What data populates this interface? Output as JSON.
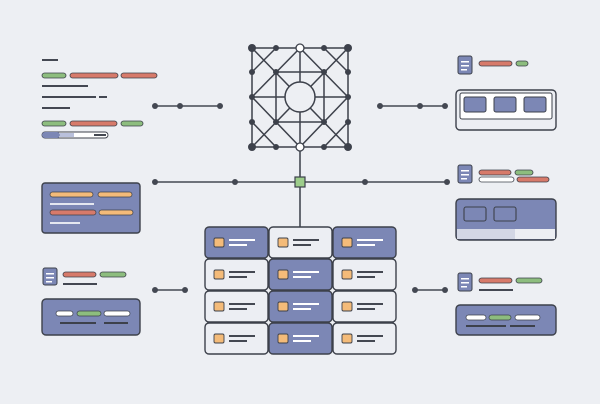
{
  "colors": {
    "background": "#edeff3",
    "stroke": "#3d414b",
    "panel_blue": "#7c87b5",
    "panel_light": "#eceef3",
    "accent_red": "#d77a6a",
    "accent_green": "#8dbd7e",
    "accent_orange": "#f4bb79",
    "line_gray": "#444852",
    "hub_green": "#9ccc8a"
  },
  "diagram": {
    "labels": [],
    "central_hub": "network-mesh",
    "grid_rows": 4,
    "grid_cols": 3
  }
}
